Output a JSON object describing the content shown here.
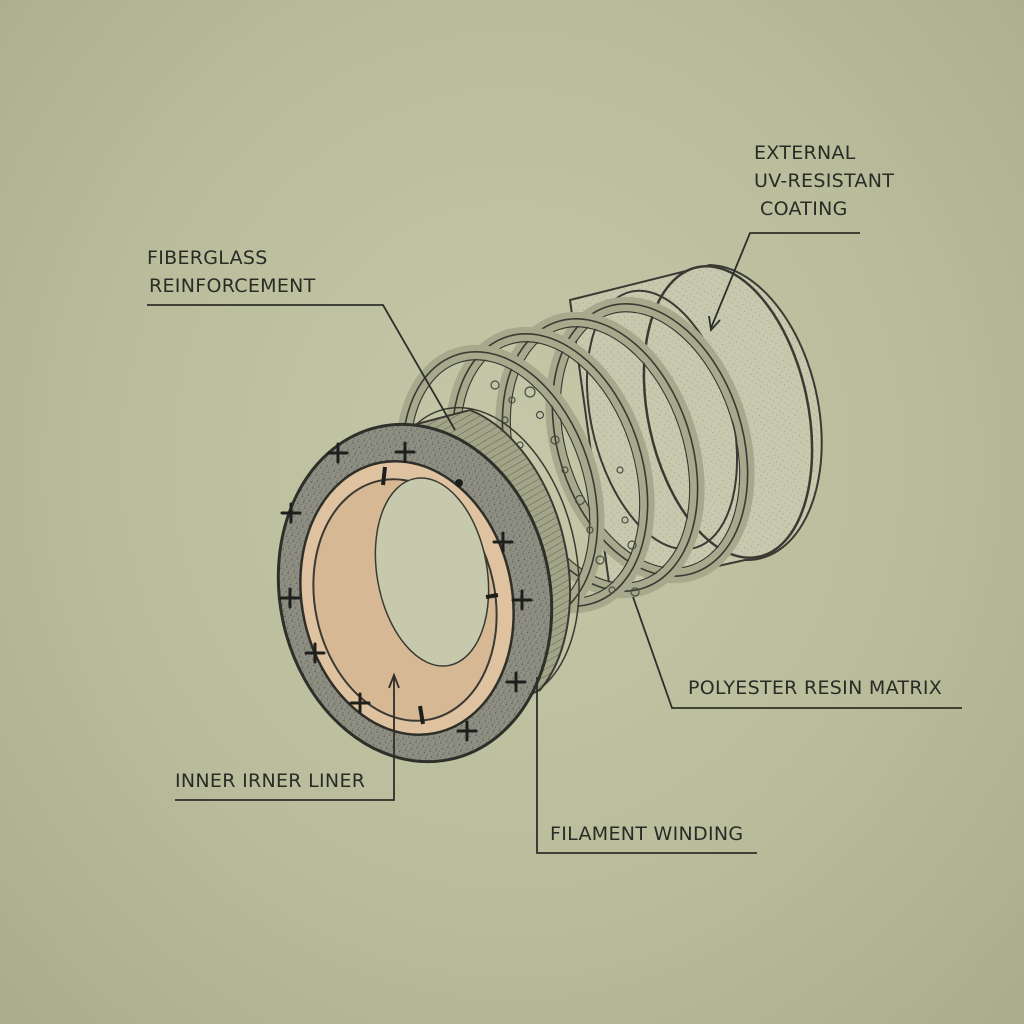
{
  "labels": {
    "external_coating": [
      "EXTERNAL",
      "UV-RESISTANT",
      "COATING"
    ],
    "fiberglass": [
      "FIBERGLASS",
      "REINFORCEMENT"
    ],
    "resin_matrix": "POLYESTER RESIN MATRIX",
    "inner_liner": "INNER IRNER LINER",
    "filament_winding": "FILAMENT WINDING"
  },
  "colors": {
    "background": "#bcc09f",
    "ink": "#2b2b26",
    "liner_fill": "#dfc3a0",
    "ring_fill": "#8d8d80",
    "coating_fill": "#c9ccb0",
    "band_fill": "#b2b596"
  }
}
